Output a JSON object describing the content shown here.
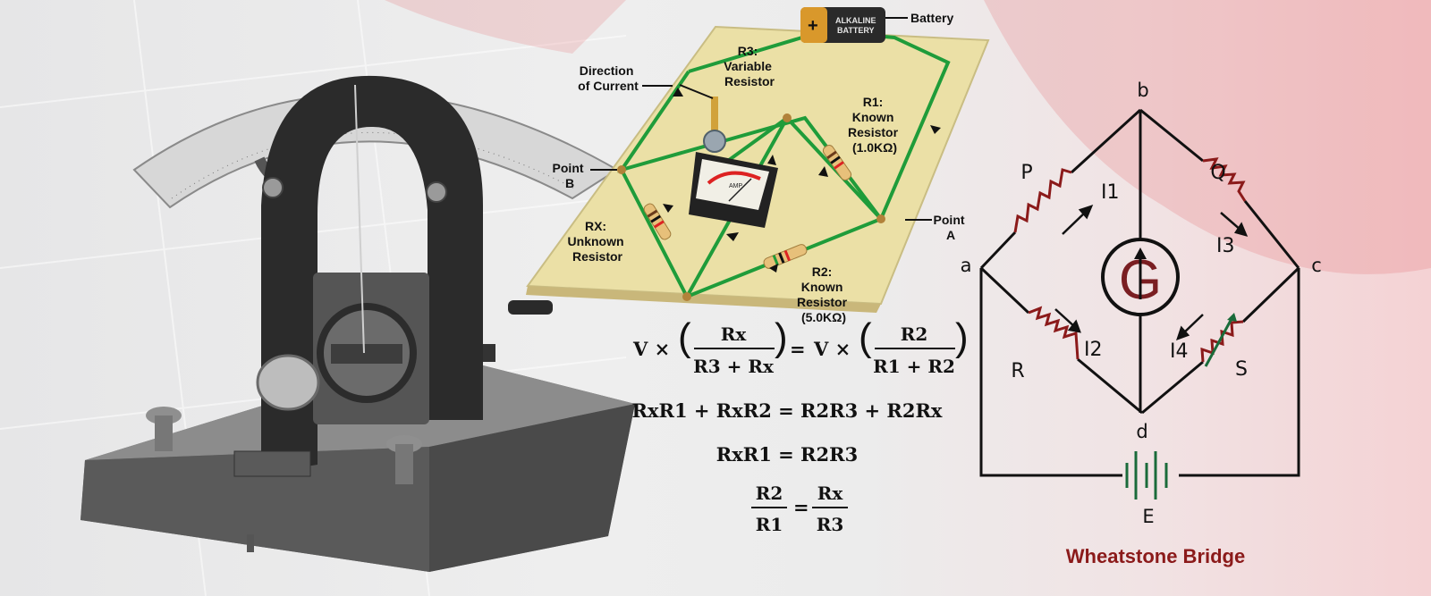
{
  "breadboard": {
    "battery": {
      "label": "Battery",
      "plus": "+",
      "text1": "ALKALINE",
      "text2": "BATTERY"
    },
    "direction_label": [
      "Direction",
      "of Current"
    ],
    "r3_label": [
      "R3:",
      "Variable",
      "Resistor"
    ],
    "r1_label": [
      "R1:",
      "Known",
      "Resistor",
      "(1.0KΩ)"
    ],
    "point_b": [
      "Point",
      "B"
    ],
    "point_a": [
      "Point",
      "A"
    ],
    "rx_label": [
      "RX:",
      "Unknown",
      "Resistor"
    ],
    "r2_label": [
      "R2:",
      "Known",
      "Resistor",
      "(5.0KΩ)"
    ],
    "meter_text": "AMP"
  },
  "equations": {
    "eq1": {
      "left_prefix": "V ×",
      "left_num": "Rx",
      "left_den": "R3 + Rx",
      "eq": "=",
      "right_prefix": "V ×",
      "right_num": "R2",
      "right_den": "R1 + R2"
    },
    "eq2": "RxR1 + RxR2 = R2R3 + R2Rx",
    "eq3": "RxR1 = R2R3",
    "eq4": {
      "left_num": "R2",
      "left_den": "R1",
      "eq": "=",
      "right_num": "Rx",
      "right_den": "R3"
    }
  },
  "wheatstone": {
    "title": "Wheatstone Bridge",
    "nodes": {
      "a": "a",
      "b": "b",
      "c": "c",
      "d": "d"
    },
    "resistors": {
      "P": "P",
      "Q": "Q",
      "R": "R",
      "S": "S"
    },
    "currents": {
      "I1": "I1",
      "I2": "I2",
      "I3": "I3",
      "I4": "I4"
    },
    "galvanometer": "G",
    "source": "E",
    "colors": {
      "resistor": "#8b1a1a",
      "title": "#8b1a1a",
      "source": "#1a6b3a",
      "galvanometer": "#7a1e22"
    }
  }
}
